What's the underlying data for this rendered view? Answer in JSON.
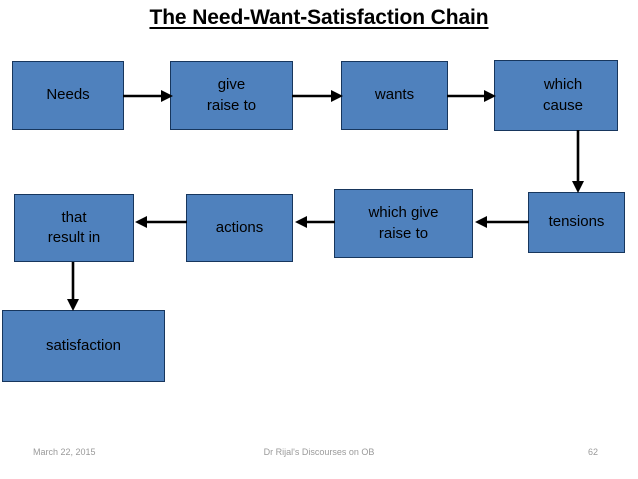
{
  "slide": {
    "title": "The Need-Want-Satisfaction Chain",
    "background_color": "#FFFFFF",
    "box_fill_color": "#4F81BD",
    "box_border_color": "#17365D",
    "arrow_color": "#000000",
    "text_color": "#000000"
  },
  "diagram": {
    "type": "flowchart",
    "nodes": [
      {
        "id": "needs",
        "label": "Needs",
        "row": 1,
        "col": 1
      },
      {
        "id": "give-raise",
        "label": "give\nraise to",
        "row": 1,
        "col": 2
      },
      {
        "id": "wants",
        "label": "wants",
        "row": 1,
        "col": 3
      },
      {
        "id": "which-cause",
        "label": "which\ncause",
        "row": 1,
        "col": 4
      },
      {
        "id": "tensions",
        "label": "tensions",
        "row": 2,
        "col": 4
      },
      {
        "id": "which-give",
        "label": "which give\nraise to",
        "row": 2,
        "col": 3
      },
      {
        "id": "actions",
        "label": "actions",
        "row": 2,
        "col": 2
      },
      {
        "id": "that-result",
        "label": "that\nresult in",
        "row": 2,
        "col": 1
      },
      {
        "id": "satisfaction",
        "label": "satisfaction",
        "row": 3,
        "col": 1
      }
    ],
    "edges": [
      {
        "from": "needs",
        "to": "give-raise",
        "direction": "right"
      },
      {
        "from": "give-raise",
        "to": "wants",
        "direction": "right"
      },
      {
        "from": "wants",
        "to": "which-cause",
        "direction": "right"
      },
      {
        "from": "which-cause",
        "to": "tensions",
        "direction": "down"
      },
      {
        "from": "tensions",
        "to": "which-give",
        "direction": "left"
      },
      {
        "from": "which-give",
        "to": "actions",
        "direction": "left"
      },
      {
        "from": "actions",
        "to": "that-result",
        "direction": "left"
      },
      {
        "from": "that-result",
        "to": "satisfaction",
        "direction": "down"
      }
    ]
  },
  "footer": {
    "date": "March 22, 2015",
    "center": "Dr Rijal's Discourses on OB",
    "page_number": "62"
  }
}
